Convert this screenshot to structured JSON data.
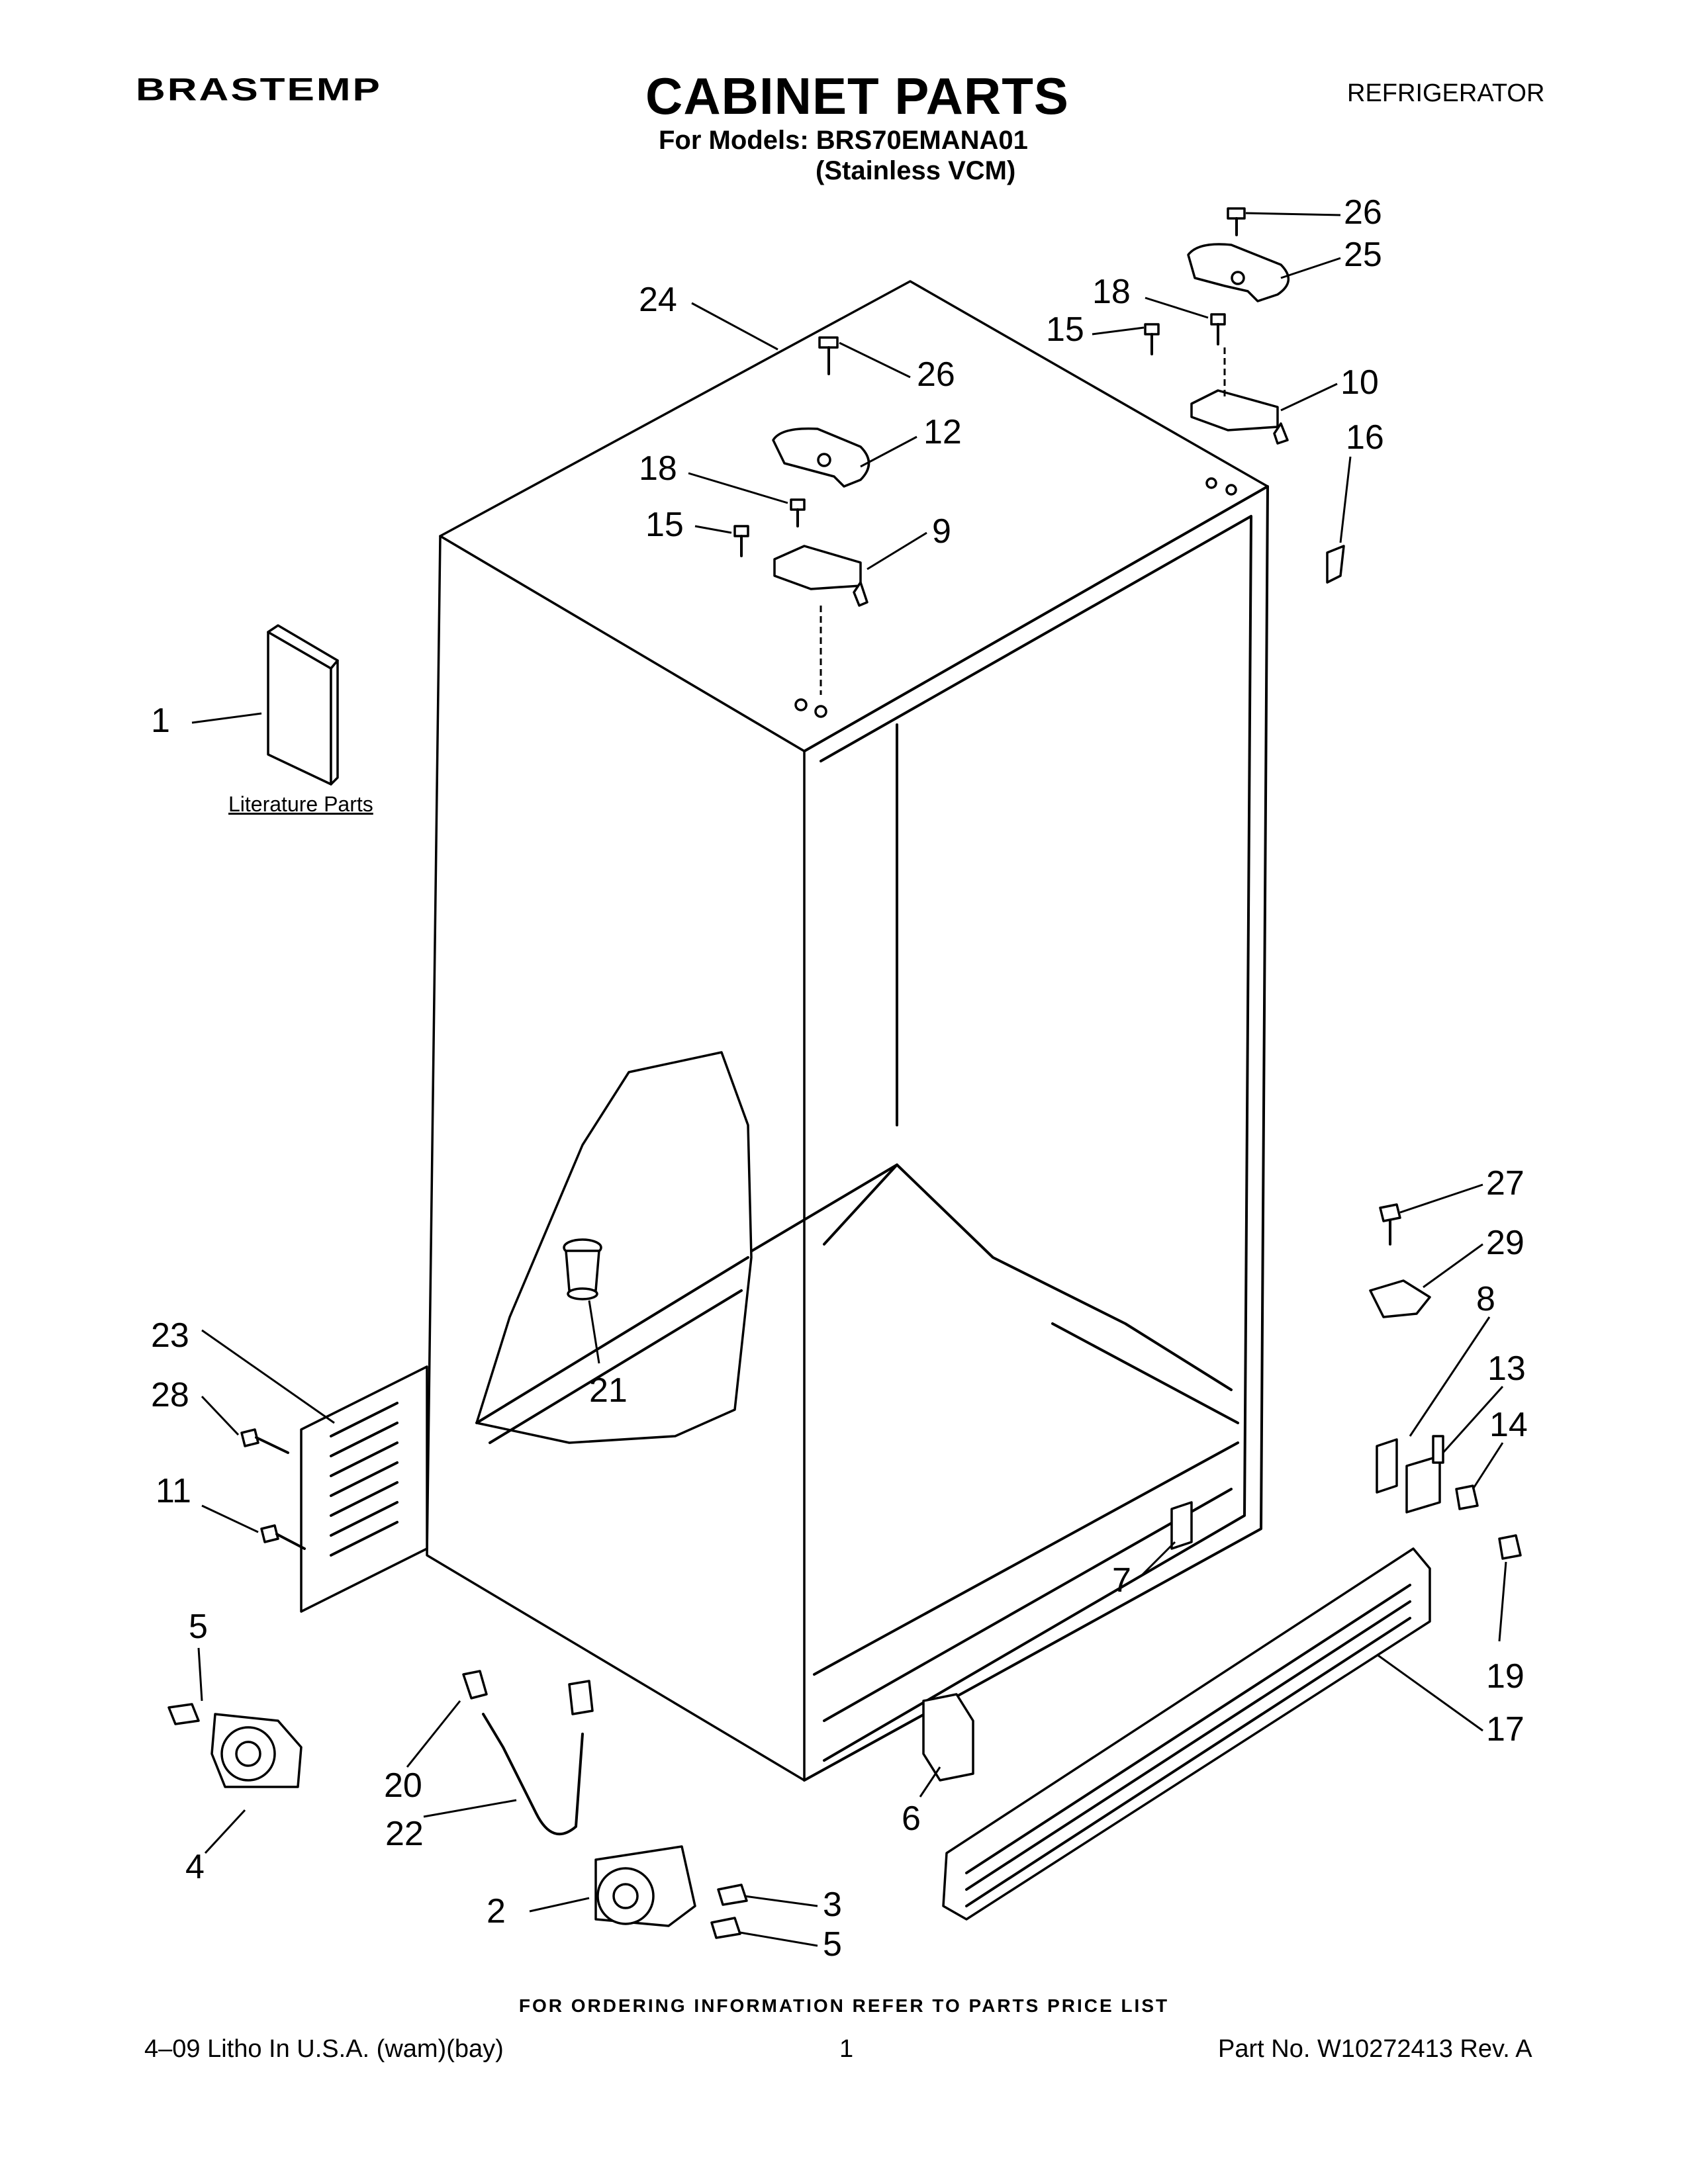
{
  "header": {
    "brand": "BRASTEMP",
    "title": "CABINET PARTS",
    "category": "REFRIGERATOR",
    "models_line": "For Models: BRS70EMANA01",
    "variant": "(Stainless VCM)"
  },
  "literature_label": "Literature Parts",
  "callouts": [
    "1",
    "2",
    "3",
    "4",
    "5",
    "6",
    "7",
    "8",
    "9",
    "10",
    "11",
    "12",
    "13",
    "14",
    "15",
    "16",
    "17",
    "18",
    "19",
    "20",
    "21",
    "22",
    "23",
    "24",
    "25",
    "26",
    "27",
    "28",
    "29"
  ],
  "footer": {
    "ordering_info": "FOR ORDERING INFORMATION REFER TO PARTS PRICE LIST",
    "litho": "4–09 Litho In U.S.A. (wam)(bay)",
    "page_number": "1",
    "part_number": "Part No. W10272413 Rev. A"
  }
}
